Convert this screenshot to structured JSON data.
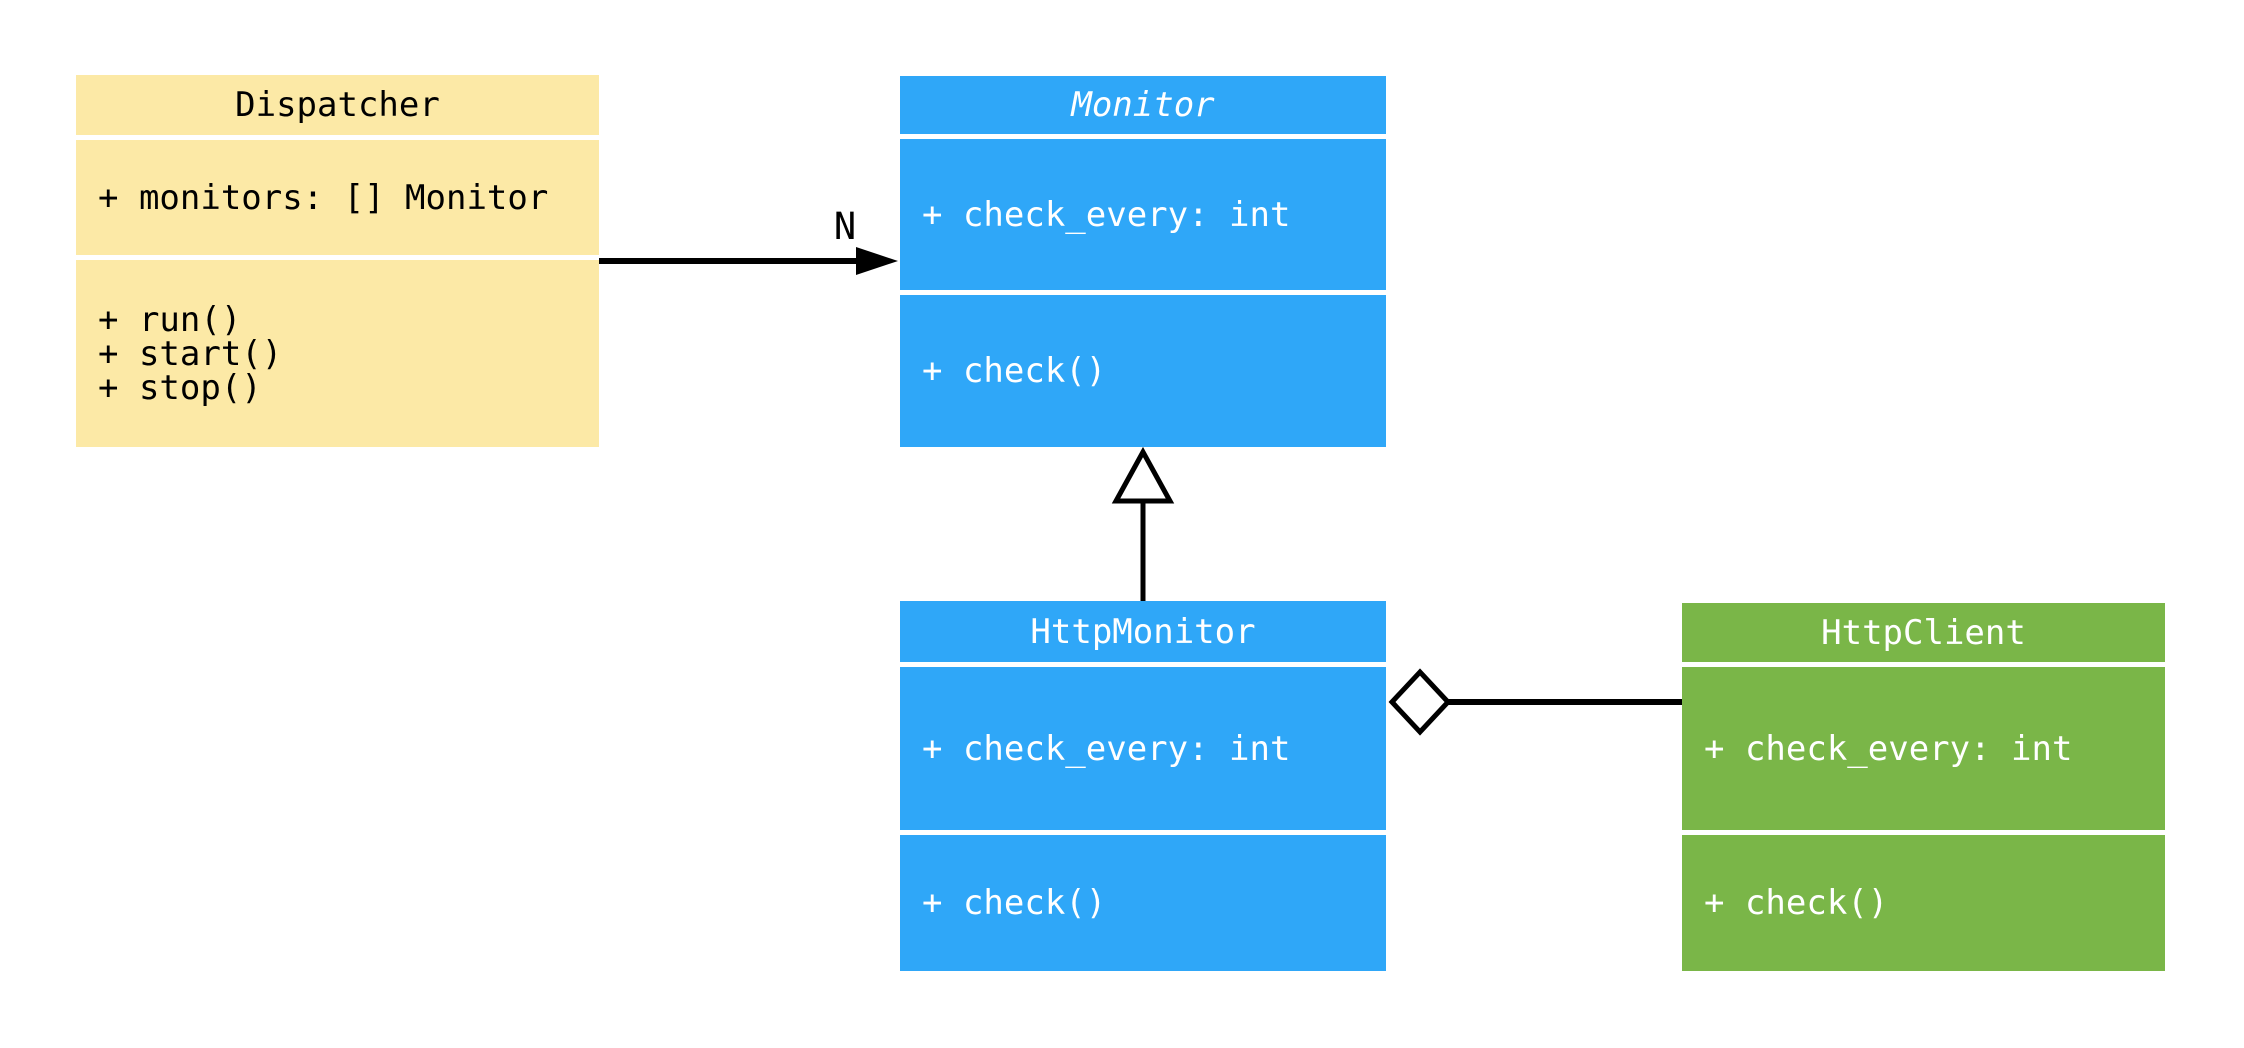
{
  "diagram": {
    "background": "#FFFFFF",
    "classes": {
      "dispatcher": {
        "name": "Dispatcher",
        "abstract": false,
        "color": "#FCE9A6",
        "text_color": "#000000",
        "attributes": [
          "+ monitors: [] Monitor"
        ],
        "methods": [
          "+ run()",
          "+ start()",
          "+ stop()"
        ]
      },
      "monitor": {
        "name": "Monitor",
        "abstract": true,
        "color": "#2FA7F8",
        "text_color": "#FFFFFF",
        "attributes": [
          "+ check_every: int"
        ],
        "methods": [
          "+ check()"
        ]
      },
      "http_monitor": {
        "name": "HttpMonitor",
        "abstract": false,
        "color": "#2FA7F8",
        "text_color": "#FFFFFF",
        "attributes": [
          "+ check_every: int"
        ],
        "methods": [
          "+ check()"
        ]
      },
      "http_client": {
        "name": "HttpClient",
        "abstract": false,
        "color": "#7AB648",
        "text_color": "#FFFFFF",
        "attributes": [
          "+ check_every: int"
        ],
        "methods": [
          "+ check()"
        ]
      }
    },
    "relations": {
      "association": {
        "from": "Dispatcher",
        "to": "Monitor",
        "label": "N"
      },
      "inheritance": {
        "from": "HttpMonitor",
        "to": "Monitor"
      },
      "aggregation": {
        "from": "HttpMonitor",
        "to": "HttpClient"
      }
    }
  }
}
